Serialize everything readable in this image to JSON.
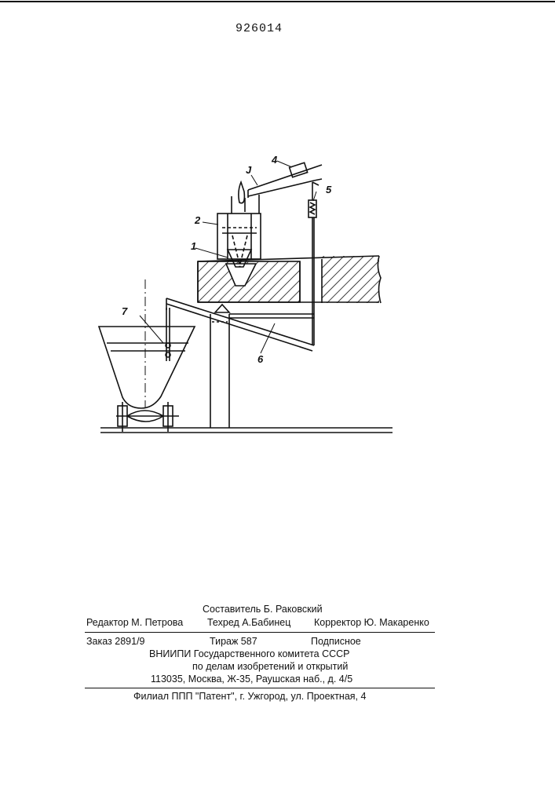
{
  "header": {
    "patent_number": "926014"
  },
  "figure": {
    "labels": {
      "l1": "1",
      "l2": "2",
      "l3": "J",
      "l4": "4",
      "l5": "5",
      "l6": "6",
      "l7": "7"
    }
  },
  "imprint": {
    "compiler": "Составитель Б. Раковский",
    "editor": "Редактор М. Петрова",
    "techred": "Техред А.Бабинец",
    "corrector": "Корректор Ю. Макаренко",
    "order": "Заказ 2891/9",
    "circulation": "Тираж 587",
    "subscription": "Подписное",
    "org_line1": "ВНИИПИ Государственного комитета СССР",
    "org_line2": "по делам изобретений и открытий",
    "org_address": "113035, Москва, Ж-35, Раушская наб., д. 4/5",
    "branch": "Филиал ППП \"Патент\", г. Ужгород, ул. Проектная, 4"
  }
}
